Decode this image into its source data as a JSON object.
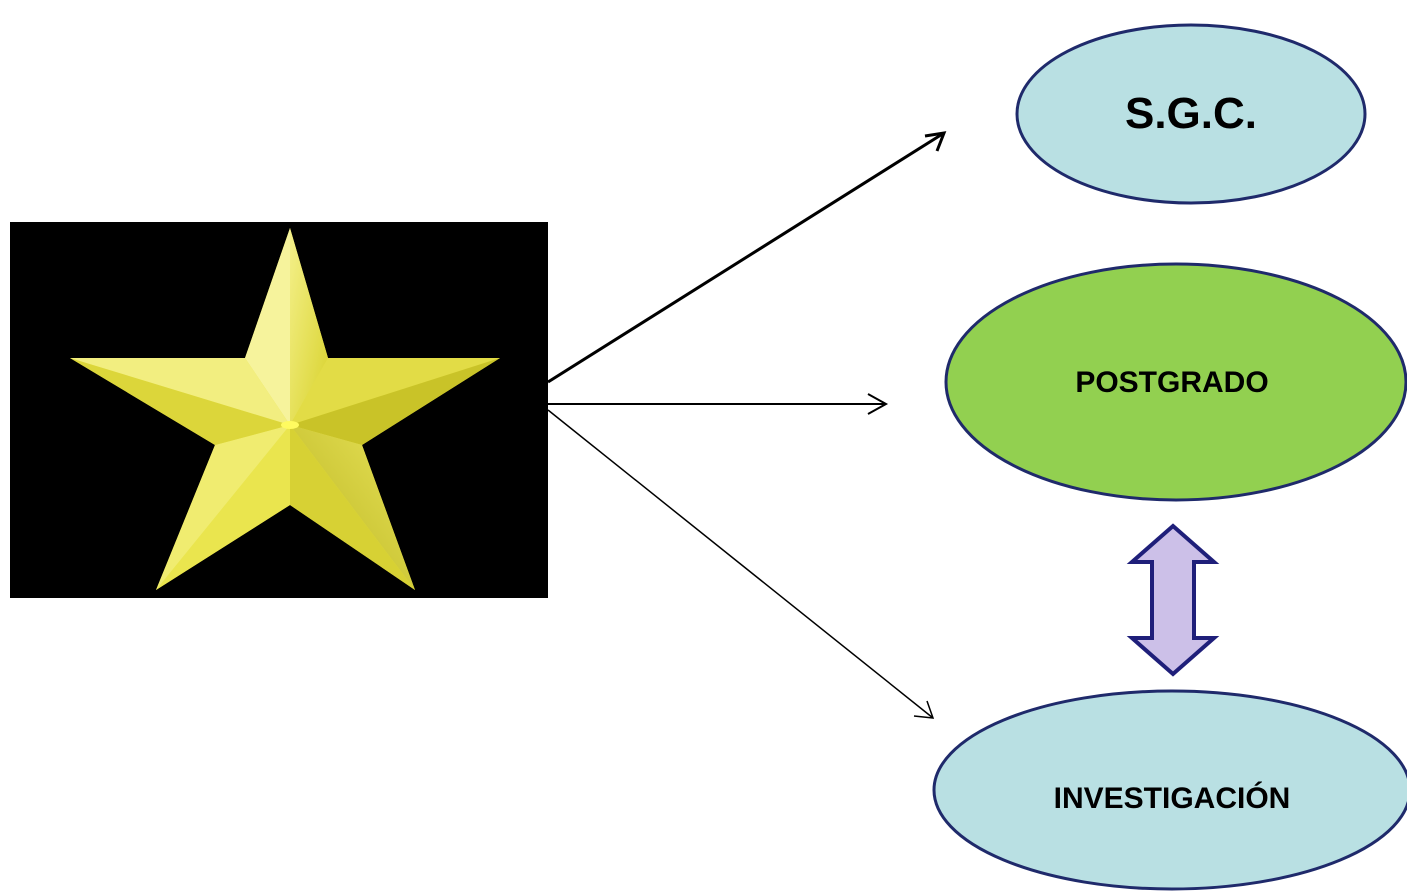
{
  "nodes": {
    "sgc": {
      "label": "S.G.C.",
      "fill": "#b9e0e3"
    },
    "postgrado": {
      "label": "POSTGRADO",
      "fill": "#92d050"
    },
    "investigacion": {
      "label": "INVESTIGACIÓN",
      "fill": "#b9e0e3"
    }
  },
  "colors": {
    "ellipse_stroke": "#1f2a6b",
    "star_fill": "#e6e040",
    "star_background": "#000000",
    "double_arrow_fill": "#ccc0e8",
    "double_arrow_stroke": "#1f1f7a",
    "connector": "#000000"
  },
  "icons": {
    "star": "gold-star-icon",
    "double_arrow": "vertical-double-arrow-icon"
  }
}
